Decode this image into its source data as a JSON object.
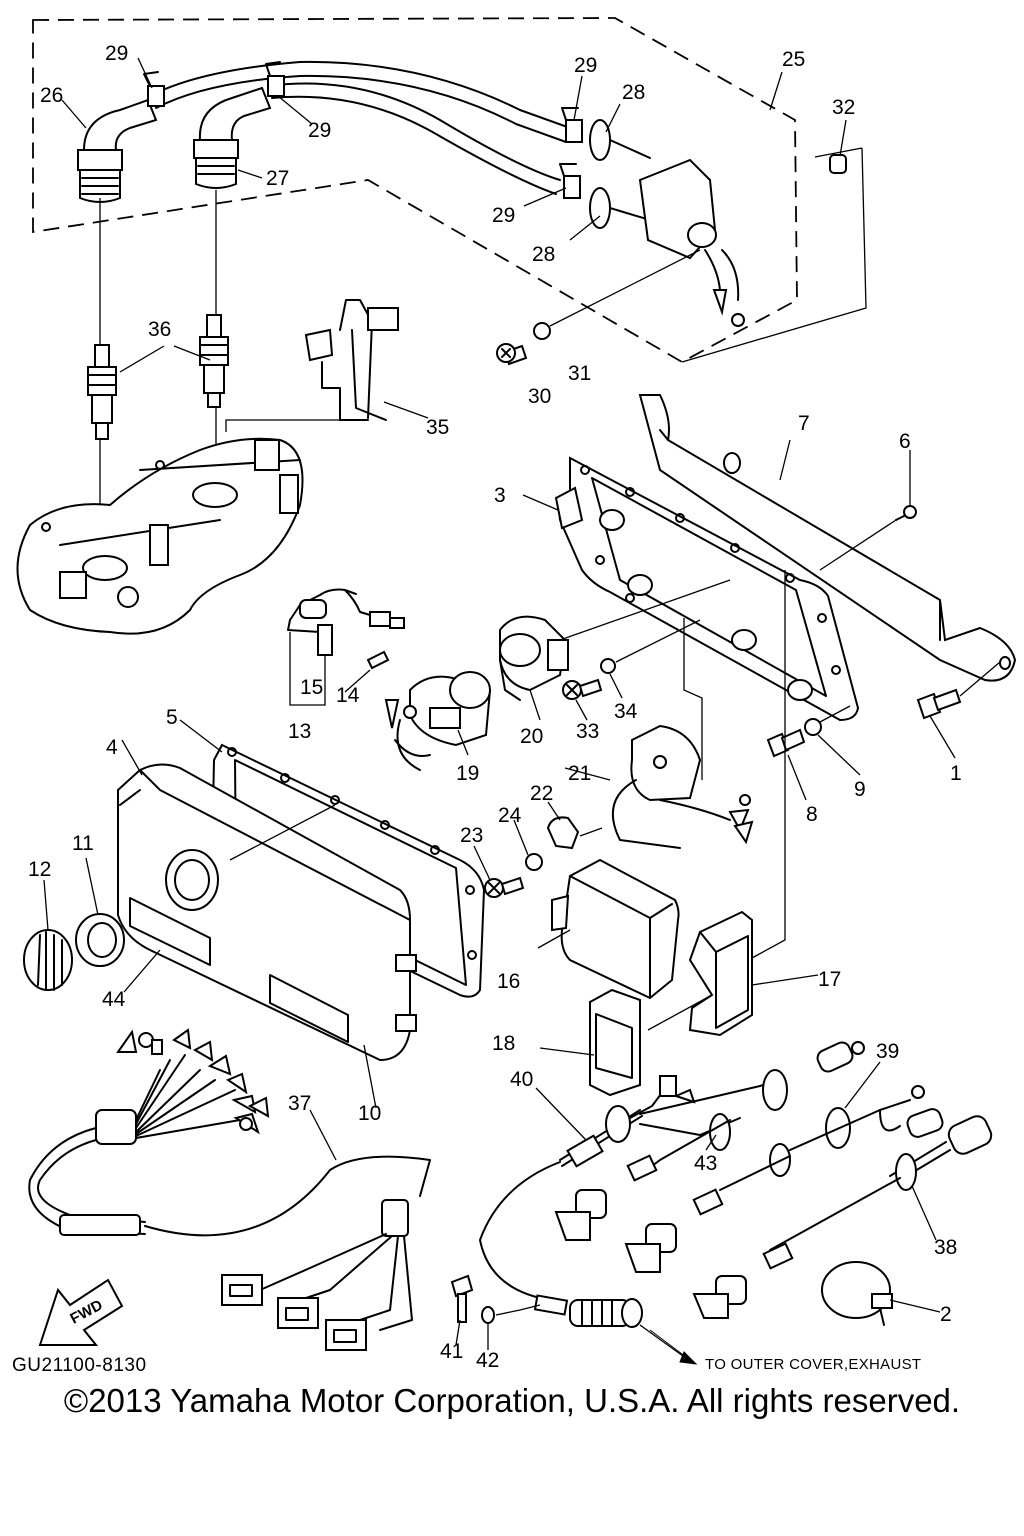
{
  "diagram": {
    "reference_code": "GU21100-8130",
    "direction_label": "FWD",
    "routing_note": "TO OUTER COVER,EXHAUST",
    "copyright": "©2013 Yamaha Motor Corporation, U.S.A. All rights reserved.",
    "callouts": {
      "c1": "1",
      "c2": "2",
      "c3": "3",
      "c4": "4",
      "c5": "5",
      "c6": "6",
      "c7": "7",
      "c8": "8",
      "c9": "9",
      "c10": "10",
      "c11": "11",
      "c12": "12",
      "c13": "13",
      "c14": "14",
      "c15": "15",
      "c16": "16",
      "c17": "17",
      "c18": "18",
      "c19": "19",
      "c20": "20",
      "c21": "21",
      "c22": "22",
      "c23": "23",
      "c24": "24",
      "c25": "25",
      "c26": "26",
      "c27": "27",
      "c28a": "28",
      "c28b": "28",
      "c29a": "29",
      "c29b": "29",
      "c29c": "29",
      "c29d": "29",
      "c30": "30",
      "c31": "31",
      "c32": "32",
      "c33": "33",
      "c34": "34",
      "c35": "35",
      "c36": "36",
      "c37": "37",
      "c38": "38",
      "c39": "39",
      "c40": "40",
      "c41": "41",
      "c42": "42",
      "c43": "43",
      "c44": "44"
    }
  }
}
